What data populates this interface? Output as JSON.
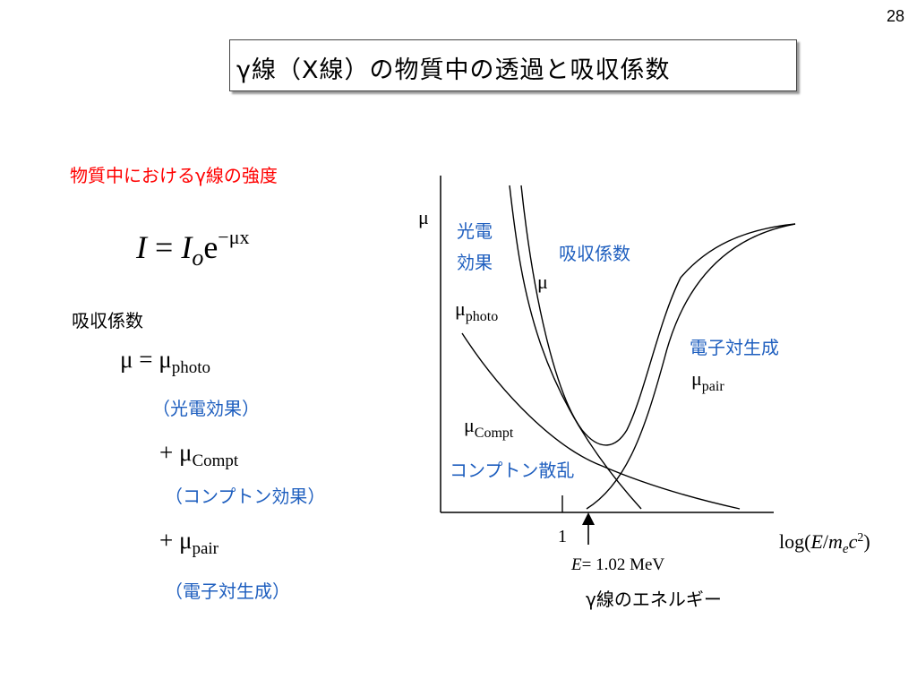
{
  "page_number": "28",
  "title": "γ線（X線）の物質中の透過と吸収係数",
  "left_panel": {
    "intensity_heading": "物質中におけるγ線の強度",
    "formula": {
      "I": "I",
      "equals": " = ",
      "Io": "I",
      "o_sub": "o",
      "e": "e",
      "exponent": "−μx"
    },
    "absorption_label": "吸収係数",
    "terms": [
      {
        "prefix": "μ = ",
        "symbol": "μ",
        "sub": "photo",
        "effect": "（光電効果）"
      },
      {
        "prefix": "+ ",
        "symbol": "μ",
        "sub": "Compt",
        "effect": "（コンプトン効果）"
      },
      {
        "prefix": "+ ",
        "symbol": "μ",
        "sub": "pair",
        "effect": "（電子対生成）"
      }
    ]
  },
  "diagram": {
    "y_axis_label": "μ",
    "photoelectric_label_line1": "光電",
    "photoelectric_label_line2": "効果",
    "absorption_label": "吸収係数",
    "total_mu_label": "μ",
    "mu_photo_symbol": "μ",
    "mu_photo_sub": "photo",
    "pair_label": "電子対生成",
    "mu_pair_symbol": "μ",
    "mu_pair_sub": "pair",
    "mu_compt_symbol": "μ",
    "mu_compt_sub": "Compt",
    "compton_label": "コンプトン散乱",
    "tick_one": "1",
    "x_axis_label": {
      "prefix": "log(",
      "E": "E",
      "slash": "/",
      "m": "m",
      "e_sub": "e",
      "c": "c",
      "exp": "2",
      "suffix": ")"
    },
    "threshold": {
      "E": "E",
      "rest": "= 1.02 MeV"
    },
    "energy_label": "γ線のエネルギー",
    "colors": {
      "accent_blue": "#1f5fbf",
      "heading_red": "#ff0000",
      "line": "#000000"
    }
  }
}
